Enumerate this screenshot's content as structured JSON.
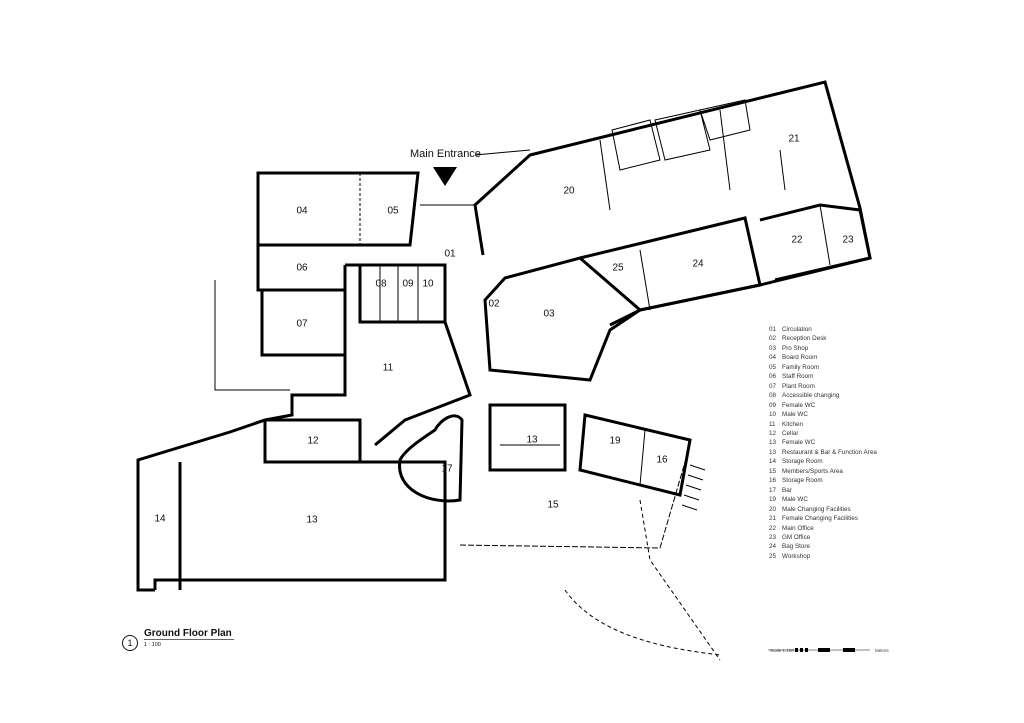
{
  "plan": {
    "title": "Ground Floor Plan",
    "number": "1",
    "scale": "1 : 100",
    "entrance_label": "Main Entrance",
    "scale_bar": {
      "left_label": "Scale 1:100",
      "right_label": "Metres"
    },
    "room_numbers": {
      "r01": "01",
      "r02": "02",
      "r03": "03",
      "r04": "04",
      "r05": "05",
      "r06": "06",
      "r07": "07",
      "r08": "08",
      "r09": "09",
      "r10": "10",
      "r11": "11",
      "r12": "12",
      "r13a": "13",
      "r13b": "13",
      "r14": "14",
      "r15": "15",
      "r16": "16",
      "r17": "17",
      "r19": "19",
      "r20": "20",
      "r21": "21",
      "r22": "22",
      "r23": "23",
      "r24": "24",
      "r25": "25"
    }
  },
  "legend": [
    {
      "num": "01",
      "name": "Circulation"
    },
    {
      "num": "02",
      "name": "Reception Desk"
    },
    {
      "num": "03",
      "name": "Pro Shop"
    },
    {
      "num": "04",
      "name": "Board Room"
    },
    {
      "num": "05",
      "name": "Family Room"
    },
    {
      "num": "06",
      "name": "Staff Room"
    },
    {
      "num": "07",
      "name": "Plant Room"
    },
    {
      "num": "08",
      "name": "Accessible changing"
    },
    {
      "num": "09",
      "name": "Female WC"
    },
    {
      "num": "10",
      "name": "Male WC"
    },
    {
      "num": "11",
      "name": "Kitchen"
    },
    {
      "num": "12",
      "name": "Cellar"
    },
    {
      "num": "13",
      "name": "Female WC"
    },
    {
      "num": "13",
      "name": "Restaurant & Bar & Function Area"
    },
    {
      "num": "14",
      "name": "Storage Room"
    },
    {
      "num": "15",
      "name": "Members/Sports Area"
    },
    {
      "num": "16",
      "name": "Storage Room"
    },
    {
      "num": "17",
      "name": "Bar"
    },
    {
      "num": "19",
      "name": "Male WC"
    },
    {
      "num": "20",
      "name": "Male Changing Facilities"
    },
    {
      "num": "21",
      "name": "Female Changing Facilities"
    },
    {
      "num": "22",
      "name": "Main Office"
    },
    {
      "num": "23",
      "name": "GM Office"
    },
    {
      "num": "24",
      "name": "Bag Store"
    },
    {
      "num": "25",
      "name": "Workshop"
    }
  ]
}
